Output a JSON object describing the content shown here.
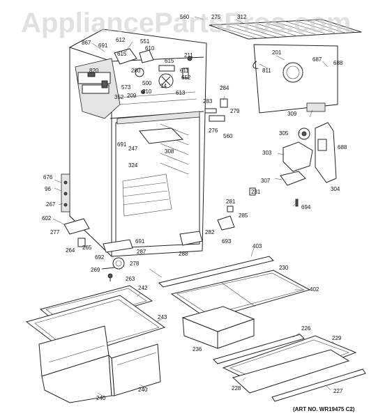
{
  "watermark": "AppliancePartsPros.com",
  "art_number": "(ART NO. WR19475 C2)",
  "colors": {
    "line": "#222222",
    "watermark": "#c9c9c9",
    "shade": "#e4e4e4"
  },
  "labels": {
    "l560a": "560",
    "l275": "275",
    "l312": "312",
    "l867": "867",
    "l691a": "691",
    "l612": "612",
    "l551": "551",
    "l615a": "615",
    "l610": "610",
    "l211": "211",
    "l201": "201",
    "l687": "687",
    "l688a": "688",
    "l811": "811",
    "l820": "820",
    "l280": "280",
    "l615b": "615",
    "l611": "611",
    "l652": "652",
    "l573": "573",
    "l500": "500",
    "l14": "14",
    "l209": "209",
    "l613": "613",
    "l210": "210",
    "l352": "352",
    "l284": "284",
    "l283": "283",
    "l279": "279",
    "l309": "309",
    "l276": "276",
    "l560b": "560",
    "l305": "305",
    "l691b": "691",
    "l308": "308",
    "l247": "247",
    "l324": "324",
    "l688b": "688",
    "l303": "303",
    "l676": "676",
    "l96": "96",
    "l307": "307",
    "l304": "304",
    "l231": "231",
    "l267": "267",
    "l694": "694",
    "l281": "281",
    "l285": "285",
    "l602": "602",
    "l277": "277",
    "l282": "282",
    "l691c": "691",
    "l693": "693",
    "l264": "264",
    "l265": "265",
    "l287": "287",
    "l692": "692",
    "l288": "288",
    "l403": "403",
    "l278": "278",
    "l269": "269",
    "l263": "263",
    "l230": "230",
    "l242": "242",
    "l402": "402",
    "l243": "243",
    "l226": "226",
    "l236": "236",
    "l229": "229",
    "l228": "228",
    "l227": "227",
    "l240a": "240",
    "l240b": "240"
  }
}
